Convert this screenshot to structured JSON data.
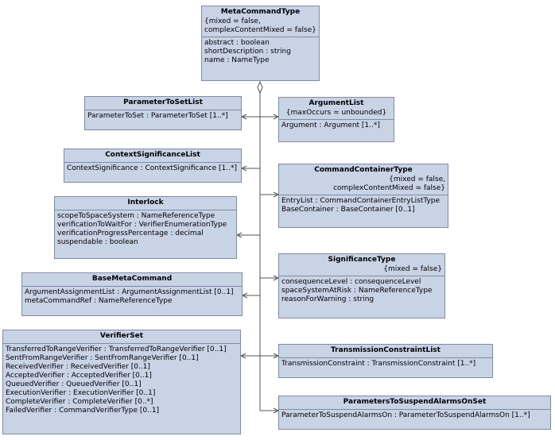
{
  "classes": [
    {
      "id": "metacommandtype",
      "name": "MetaCommandType",
      "notes": [
        "{mixed = false,",
        "complexContentMixed = false}"
      ],
      "attributes": [
        "abstract : boolean",
        "shortDescription : string",
        "name : NameType"
      ]
    },
    {
      "id": "parametertosetlist",
      "name": "ParameterToSetList",
      "notes": [],
      "attributes": [
        "ParameterToSet : ParameterToSet [1..*]"
      ]
    },
    {
      "id": "argumentlist",
      "name": "ArgumentList",
      "notes": [
        "{maxOccurs = unbounded}"
      ],
      "attributes": [
        "Argument : Argument [1..*]"
      ]
    },
    {
      "id": "contextsignificancelist",
      "name": "ContextSignificanceList",
      "notes": [],
      "attributes": [
        "ContextSignificance : ContextSignificance [1..*]"
      ]
    },
    {
      "id": "commandcontainertype",
      "name": "CommandContainerType",
      "notes": [
        "{mixed = false,",
        "complexContentMixed = false}"
      ],
      "attributes": [
        "EntryList : CommandContainerEntryListType",
        "BaseContainer : BaseContainer [0..1]"
      ]
    },
    {
      "id": "interlock",
      "name": "Interlock",
      "notes": [],
      "attributes": [
        "scopeToSpaceSystem : NameReferenceType",
        "verificationToWaitFor : VerifierEnumerationType",
        "verificationProgressPercentage : decimal",
        "suspendable : boolean"
      ]
    },
    {
      "id": "significancetype",
      "name": "SignificanceType",
      "notes": [
        "{mixed = false}"
      ],
      "attributes": [
        "consequenceLevel : consequenceLevel",
        "spaceSystemAtRisk : NameReferenceType",
        "reasonForWarning : string"
      ]
    },
    {
      "id": "basemetacommand",
      "name": "BaseMetaCommand",
      "notes": [],
      "attributes": [
        "ArgumentAssignmentList : ArgumentAssignmentList [0..1]",
        "metaCommandRef : NameReferenceType"
      ]
    },
    {
      "id": "verifierset",
      "name": "VerifierSet",
      "notes": [],
      "attributes": [
        "TransferredToRangeVerifier : TransferredToRangeVerifier [0..1]",
        "SentFromRangeVerifier : SentFromRangeVerifier [0..1]",
        "ReceivedVerifier : ReceivedVerifier [0..1]",
        "AcceptedVerifier : AcceptedVerifier [0..1]",
        "QueuedVerifier : QueuedVerifier [0..1]",
        "ExecutionVerifier : ExecutionVerifier [0..1]",
        "CompleteVerifier : CompleteVerifier [0..*]",
        "FailedVerifier : CommandVerifierType [0..1]"
      ]
    },
    {
      "id": "transmissionconstraintlist",
      "name": "TransmissionConstraintList",
      "notes": [],
      "attributes": [
        "TransmissionConstraint : TransmissionConstraint [1..*]"
      ]
    },
    {
      "id": "parameterstosuspendalarmsonset",
      "name": "ParametersToSuspendAlarmsOnSet",
      "notes": [],
      "attributes": [
        "ParameterToSuspendAlarmsOn : ParameterToSuspendAlarmsOn [1..*]"
      ]
    }
  ],
  "colors": {
    "box_fill": "#c9d3e6",
    "box_border": "#7e8ba7",
    "line": "#555555"
  }
}
